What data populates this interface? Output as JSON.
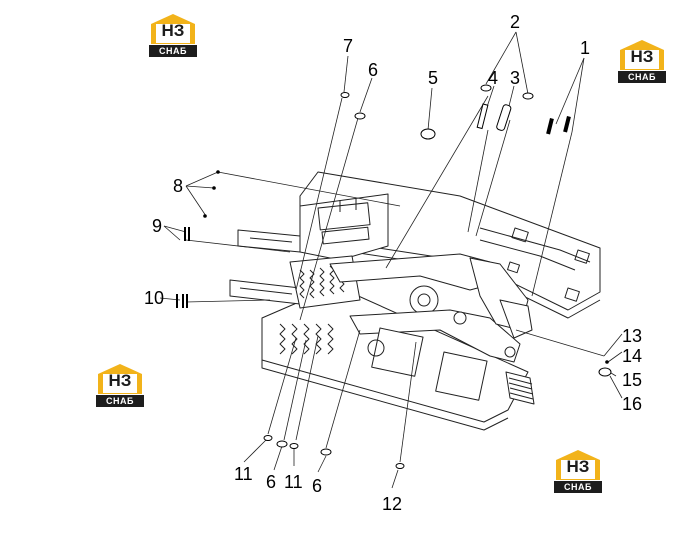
{
  "brand": {
    "mark": "НЗ",
    "band": "СНАБ",
    "accent": "#f2b31a",
    "dark": "#1d1d1d"
  },
  "callouts": [
    "1",
    "2",
    "3",
    "4",
    "5",
    "6",
    "7",
    "8",
    "9",
    "10",
    "11",
    "6",
    "11",
    "6",
    "12",
    "13",
    "14",
    "15",
    "16"
  ]
}
